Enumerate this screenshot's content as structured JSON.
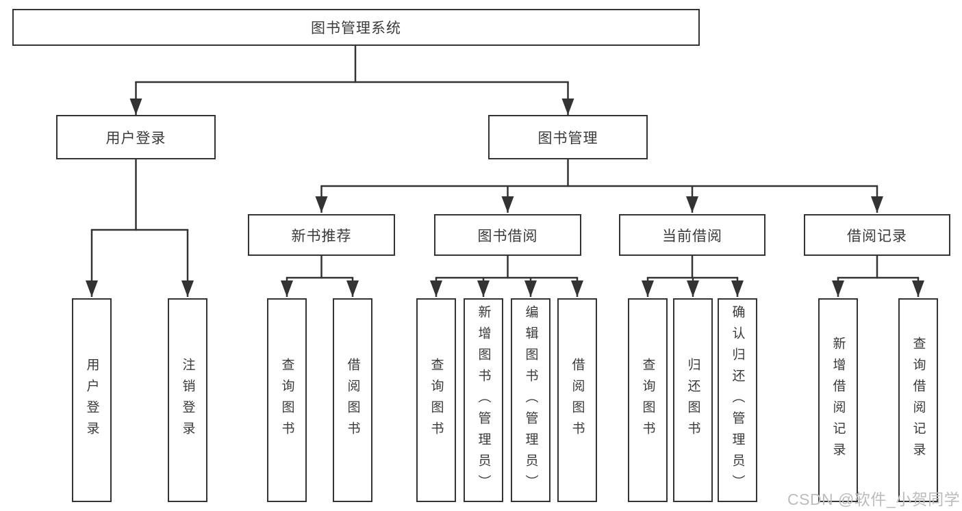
{
  "page": {
    "background": "#ffffff"
  },
  "colors": {
    "line": "#333333",
    "box_border": "#333333",
    "text": "#3a3a3a",
    "watermark": "#bcbcbc"
  },
  "nodes": {
    "root": "图书管理系统",
    "user_login": "用户登录",
    "book_management": "图书管理",
    "new_book_recommend": "新书推荐",
    "book_borrow": "图书借阅",
    "current_borrow": "当前借阅",
    "borrow_records": "借阅记录",
    "leaf_user_login": "用户登录",
    "leaf_logout": "注销登录",
    "leaf_nr_query_books": "查询图书",
    "leaf_nr_borrow_books": "借阅图书",
    "leaf_bb_query_books": "查询图书",
    "leaf_bb_add_books": "新增图书（管理员）",
    "leaf_bb_edit_books": "编辑图书（管理员）",
    "leaf_bb_borrow_books": "借阅图书",
    "leaf_cb_query_books": "查询图书",
    "leaf_cb_return_books": "归还图书",
    "leaf_cb_confirm_return": "确认归还（管理员）",
    "leaf_br_add_record": "新增借阅记录",
    "leaf_br_query_record": "查询借阅记录"
  },
  "hierarchy": {
    "图书管理系统": {
      "用户登录": [
        "用户登录",
        "注销登录"
      ],
      "图书管理": {
        "新书推荐": [
          "查询图书",
          "借阅图书"
        ],
        "图书借阅": [
          "查询图书",
          "新增图书（管理员）",
          "编辑图书（管理员）",
          "借阅图书"
        ],
        "当前借阅": [
          "查询图书",
          "归还图书",
          "确认归还（管理员）"
        ],
        "借阅记录": [
          "新增借阅记录",
          "查询借阅记录"
        ]
      }
    }
  },
  "watermark": {
    "text": "CSDN @软件_小贺同学"
  }
}
